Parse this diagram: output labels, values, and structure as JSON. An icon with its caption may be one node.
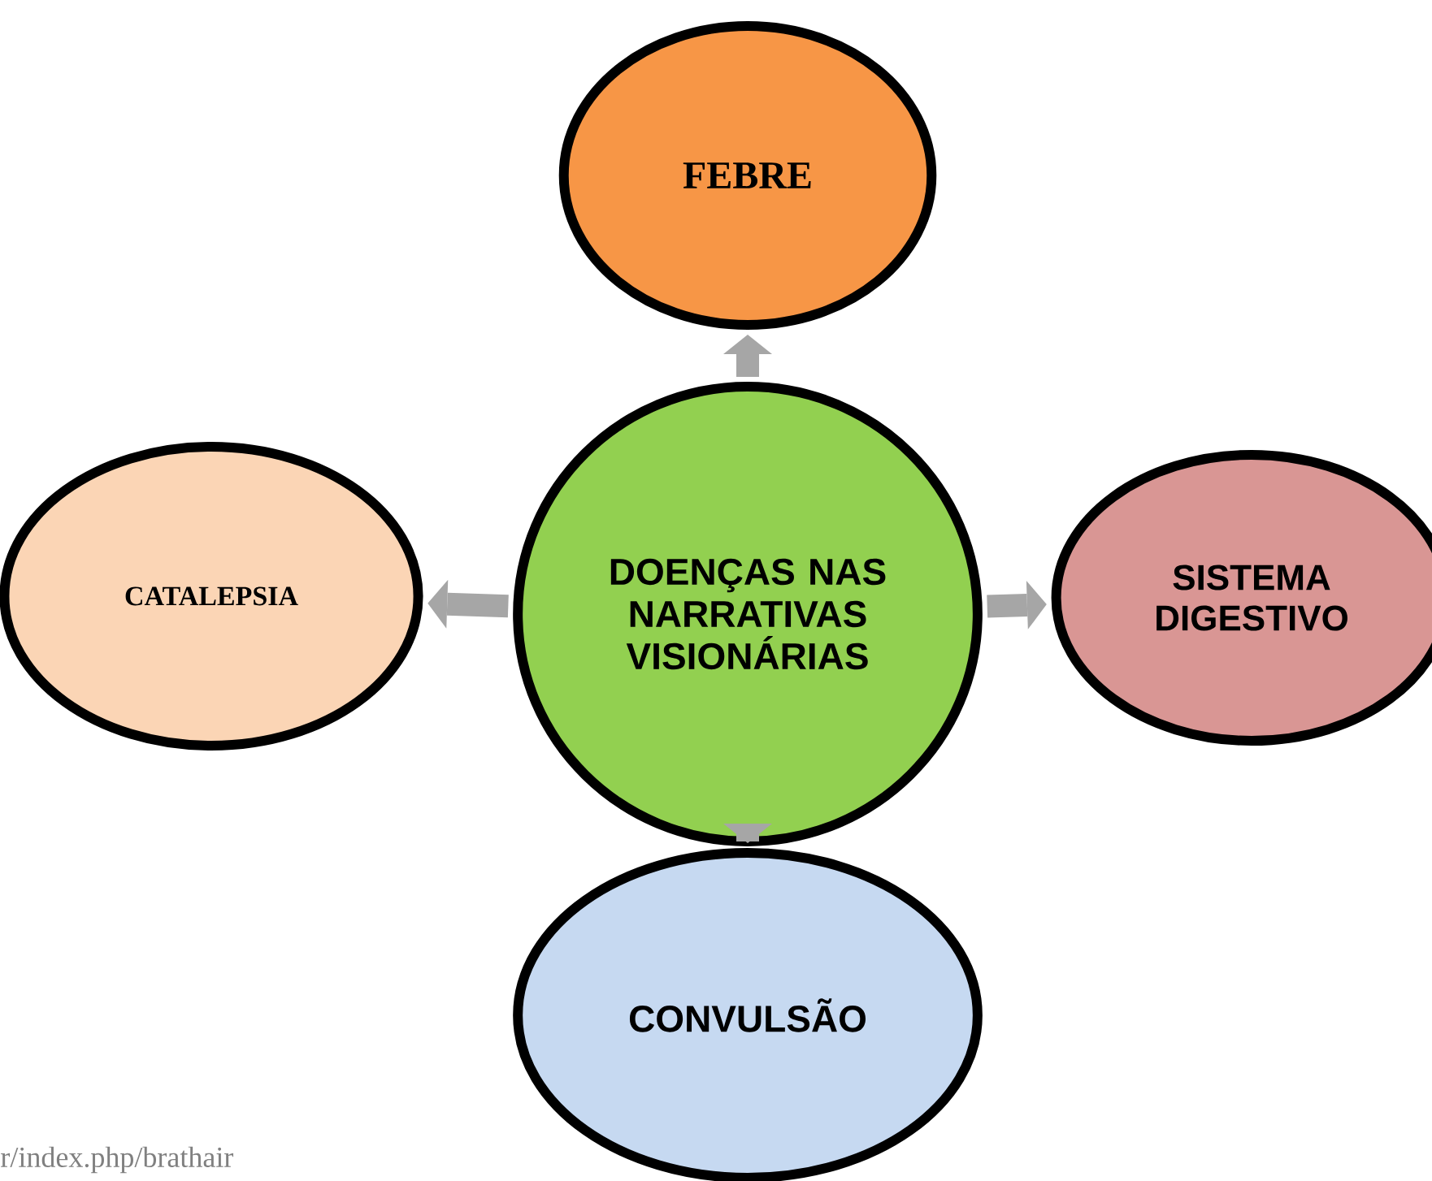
{
  "diagram": {
    "nodes": [
      {
        "text": [
          "FEBRE"
        ]
      },
      {
        "text": [
          "CATALEPSIA"
        ]
      },
      {
        "text": [
          "DOENÇAS NAS NARRATIVAS VISIONÁRIAS"
        ]
      },
      {
        "text": [
          "SISTEMA DIGESTIVO"
        ]
      },
      {
        "text": [
          "CONVULSÃO"
        ]
      }
    ],
    "edges": [
      {
        "from": 2,
        "to": 0,
        "arrow": "to"
      },
      {
        "from": 2,
        "to": 1,
        "arrow": "to"
      },
      {
        "from": 2,
        "to": 3,
        "arrow": "to"
      },
      {
        "from": 2,
        "to": 4,
        "arrow": "to"
      }
    ],
    "labels": [
      "r/index.php/brathair"
    ]
  }
}
